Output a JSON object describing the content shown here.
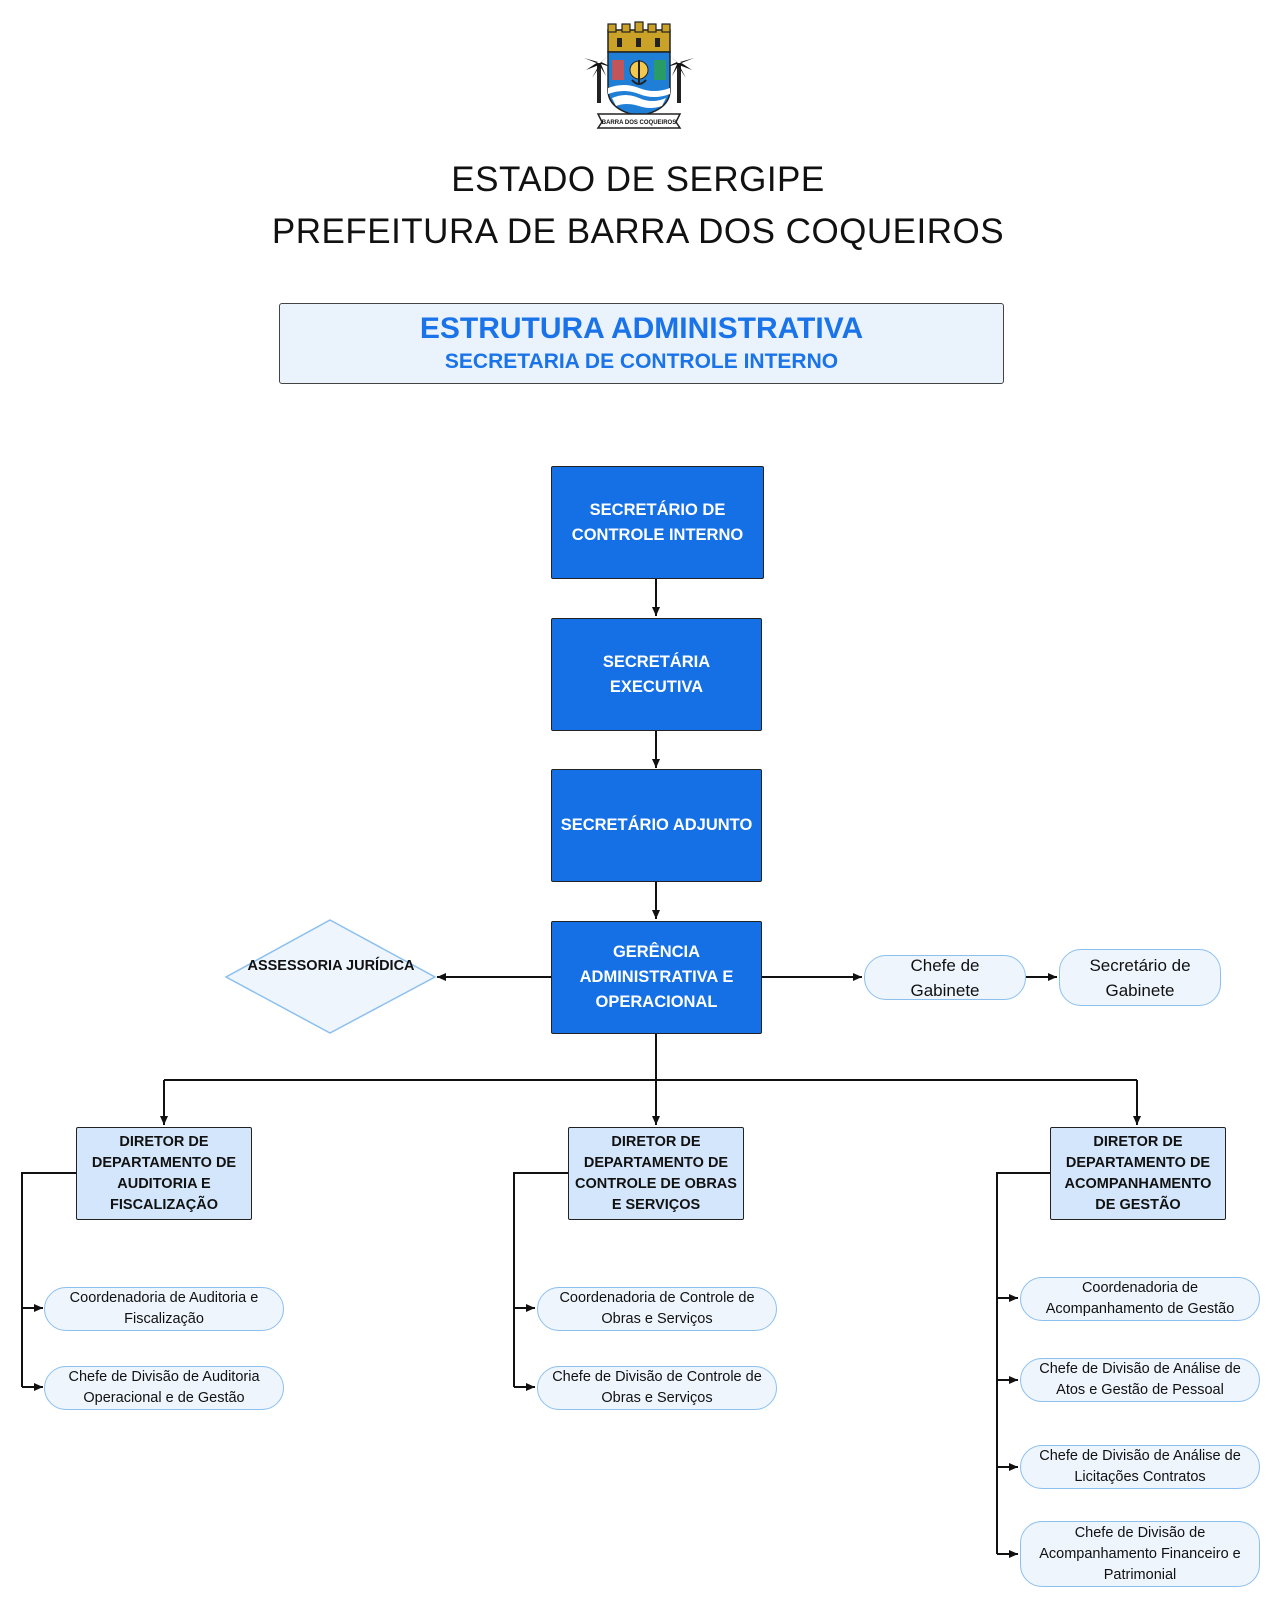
{
  "header": {
    "line1": "ESTADO DE SERGIPE",
    "line2": "PREFEITURA DE BARRA DOS COQUEIROS",
    "logo_text": "BARRA DOS COQUEIROS"
  },
  "title_box": {
    "title": "ESTRUTURA ADMINISTRATIVA",
    "subtitle": "SECRETARIA DE CONTROLE INTERNO"
  },
  "nodes": {
    "secretario": "SECRETÁRIO DE CONTROLE INTERNO",
    "secretaria_executiva": "SECRETÁRIA EXECUTIVA",
    "secretario_adjunto": "SECRETÁRIO ADJUNTO",
    "gerencia": "GERÊNCIA ADMINISTRATIVA E OPERACIONAL",
    "assessoria": "ASSESSORIA JURÍDICA",
    "chefe_gabinete": "Chefe de Gabinete",
    "secretario_gabinete": "Secretário de Gabinete",
    "dept_auditoria": "DIRETOR DE DEPARTAMENTO DE AUDITORIA E FISCALIZAÇÃO",
    "dept_obras": "DIRETOR DE DEPARTAMENTO DE CONTROLE DE OBRAS E SERVIÇOS",
    "dept_acompanhamento": "DIRETOR DE DEPARTAMENTO DE ACOMPANHAMENTO DE GESTÃO",
    "aud_coord": "Coordenadoria de Auditoria e Fiscalização",
    "aud_chefe": "Chefe de Divisão de Auditoria Operacional e de Gestão",
    "obras_coord": "Coordenadoria de Controle de Obras e Serviços",
    "obras_chefe": "Chefe de Divisão de Controle de Obras e Serviços",
    "acomp_coord": "Coordenadoria de Acompanhamento de Gestão",
    "acomp_chefe1": "Chefe de Divisão de Análise de Atos e Gestão de Pessoal",
    "acomp_chefe2": "Chefe de Divisão de Análise de Licitações Contratos",
    "acomp_chefe3": "Chefe de Divisão de Acompanhamento Financeiro e Patrimonial"
  },
  "colors": {
    "primary_box": "#1570e6",
    "dept_box": "#d4e6fb",
    "pill_fill": "#eef5fd",
    "pill_border": "#8cc0ee",
    "title_text": "#1a73e8"
  }
}
